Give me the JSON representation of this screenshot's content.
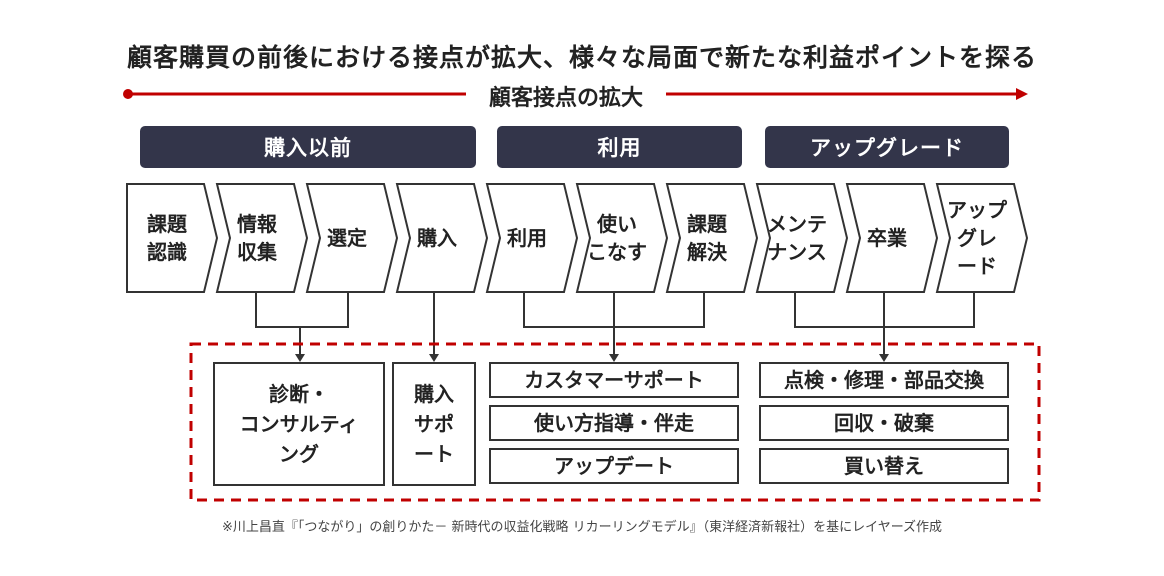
{
  "title": "顧客購買の前後における接点が拡大、様々な局面で新たな利益ポイントを探る",
  "subtitle": "顧客接点の拡大",
  "phases": [
    "購入以前",
    "利用",
    "アップグレード"
  ],
  "steps": [
    "課題\n認識",
    "情報\n収集",
    "選定",
    "購入",
    "利用",
    "使い\nこなす",
    "課題\n解決",
    "メンテ\nナンス",
    "卒業",
    "アップ\nグレ\nード"
  ],
  "services": {
    "consulting": "診断・\nコンサルティ\nング",
    "purchase_support": "購入\nサポ\nート",
    "usage": [
      "カスタマーサポート",
      "使い方指導・伴走",
      "アップデート"
    ],
    "upgrade": [
      "点検・修理・部品交換",
      "回収・破棄",
      "買い替え"
    ]
  },
  "footnote": "※川上昌直『「つながり」の創りかた－ 新時代の収益化戦略 リカーリングモデル』（東洋経済新報社）を基にレイヤーズ作成",
  "colors": {
    "accent_red": "#c00000",
    "dark_navy": "#33354a",
    "border": "#333333"
  }
}
